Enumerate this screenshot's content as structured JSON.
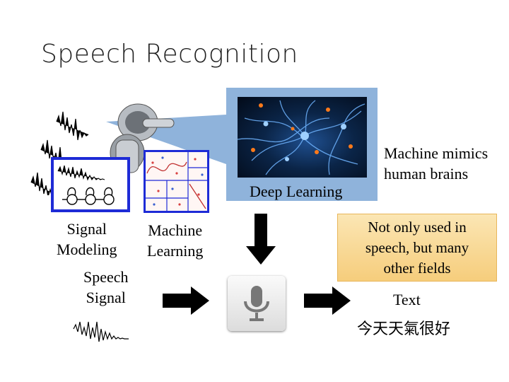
{
  "title": "Speech Recognition",
  "labels": {
    "signal_modeling": [
      "Signal",
      "Modeling"
    ],
    "machine_learning": [
      "Machine",
      "Learning"
    ],
    "speech_signal": [
      "Speech",
      "Signal"
    ],
    "deep_learning": "Deep Learning",
    "machine_mimics": [
      "Machine mimics",
      "human brains"
    ],
    "not_only": [
      "Not only used in",
      "speech, but many",
      "other fields"
    ],
    "text": "Text",
    "chinese_output": "今天天氣很好"
  },
  "colors": {
    "callout_fill": "#8fb3db",
    "box_border": "#1e2bd6",
    "note_fill": "#f6cd7c"
  },
  "icons": [
    "microphone-icon",
    "robot-image",
    "neurons-image",
    "waveform"
  ]
}
